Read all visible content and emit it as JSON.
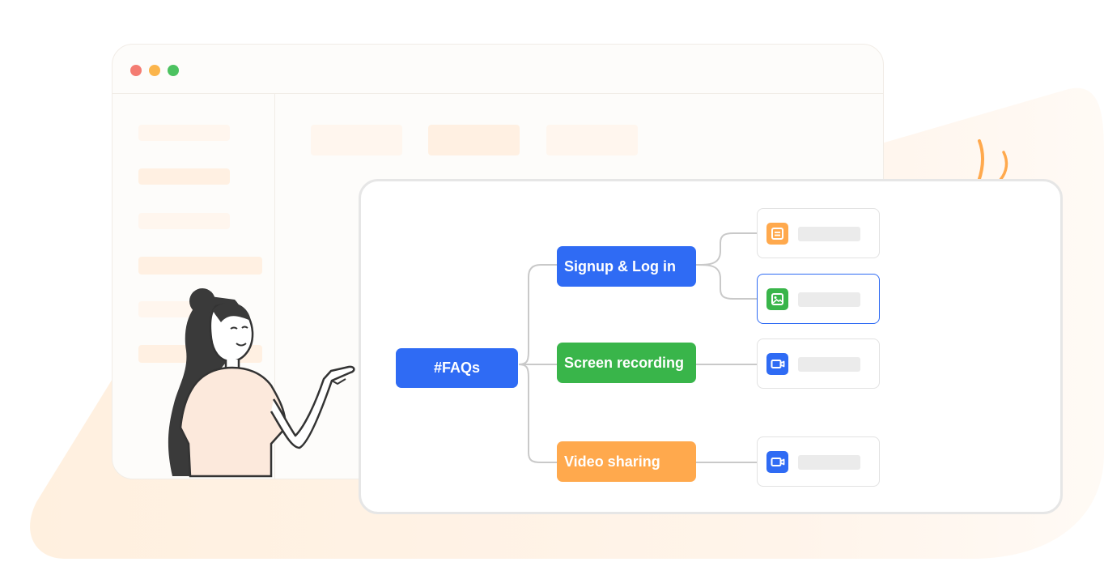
{
  "colors": {
    "blue": "#2f6bf4",
    "green": "#39b54a",
    "orange": "#ffa94d",
    "peach": "#fff1e2",
    "placeholder": "#fff1e2"
  },
  "window": {
    "controls": [
      {
        "name": "close",
        "color": "#f47c72"
      },
      {
        "name": "minimize",
        "color": "#fbb54c"
      },
      {
        "name": "maximize",
        "color": "#4cc260"
      }
    ]
  },
  "mindmap": {
    "root": {
      "label": "#FAQs",
      "color": "#2f6bf4"
    },
    "branches": [
      {
        "label": "Signup & Log in",
        "color": "#2f6bf4"
      },
      {
        "label": "Screen recording",
        "color": "#39b54a"
      },
      {
        "label": "Video sharing",
        "color": "#ffa94d"
      }
    ],
    "leaves": [
      {
        "icon": "document-icon",
        "color": "#ffa94d",
        "selected": false
      },
      {
        "icon": "image-icon",
        "color": "#39b54a",
        "selected": true
      },
      {
        "icon": "video-camera-icon",
        "color": "#2f6bf4",
        "selected": false
      },
      {
        "icon": "video-camera-icon",
        "color": "#2f6bf4",
        "selected": false
      }
    ]
  }
}
